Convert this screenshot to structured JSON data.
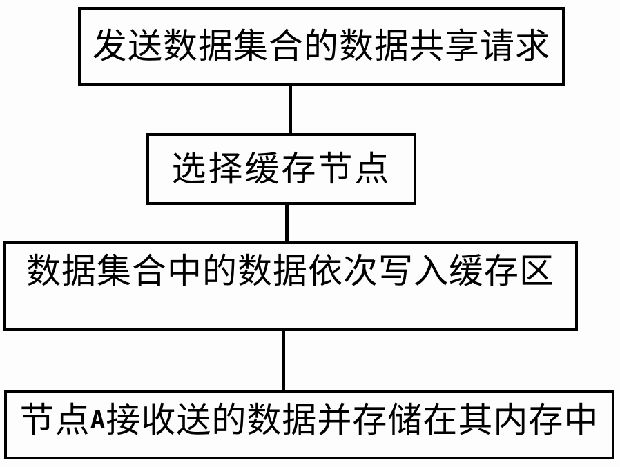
{
  "figure": {
    "type": "flowchart",
    "background_color": "#fdfdfd",
    "line_color": "#000000",
    "text_color": "#000000",
    "steps": [
      {
        "id": 1,
        "label": "发送数据集合的数据共享请求"
      },
      {
        "id": 2,
        "label": "选择缓存节点"
      },
      {
        "id": 3,
        "label": "数据集合中的数据依次写入缓存区"
      },
      {
        "id": 4,
        "label": "节点A接收送的数据并存储在其内存中",
        "parts": [
          "节点",
          "A",
          "接收送的数据并存储在其内存中"
        ]
      }
    ],
    "connections": [
      {
        "from": 1,
        "to": 2,
        "style": "plain-vertical-line"
      },
      {
        "from": 2,
        "to": 3,
        "style": "plain-vertical-line"
      },
      {
        "from": 3,
        "to": 4,
        "style": "plain-vertical-line"
      }
    ]
  }
}
